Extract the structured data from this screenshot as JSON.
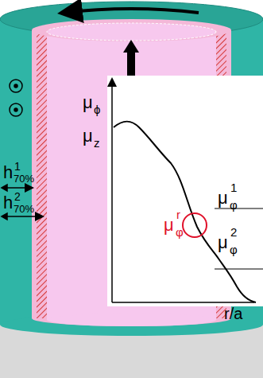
{
  "diagram": {
    "labels": [
      "μ",
      "ϕ",
      "μ",
      "z",
      "μ",
      "φ",
      "1",
      "μ",
      "φ",
      "r",
      "μ",
      "φ",
      "2",
      "r/a",
      "h",
      "1",
      "70%",
      "h",
      "2",
      "70%"
    ]
  }
}
